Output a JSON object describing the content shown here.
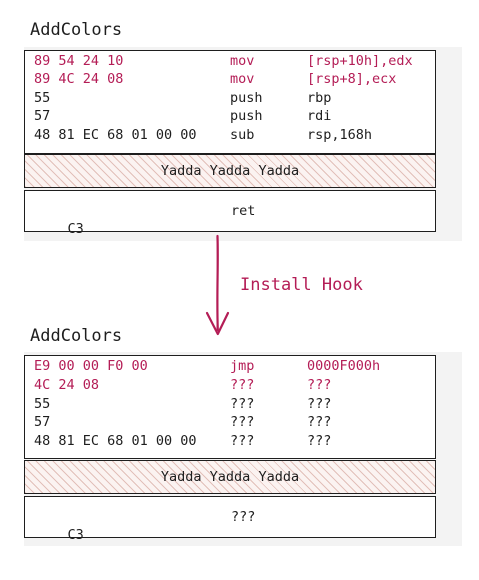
{
  "before": {
    "title": "AddColors",
    "rows": [
      {
        "bytes": "89 54 24 10",
        "mnemonic": "mov",
        "operands": "[rsp+10h],edx",
        "style": "red"
      },
      {
        "bytes": "89 4C 24 08",
        "mnemonic": "mov",
        "operands": "[rsp+8],ecx",
        "style": "red"
      },
      {
        "bytes": "55",
        "mnemonic": "push",
        "operands": "rbp",
        "style": "dark"
      },
      {
        "bytes": "57",
        "mnemonic": "push",
        "operands": "rdi",
        "style": "dark"
      },
      {
        "bytes": "48 81 EC 68 01 00 00",
        "mnemonic": "sub",
        "operands": "rsp,168h",
        "style": "dark"
      }
    ],
    "filler": "Yadda Yadda Yadda",
    "last": {
      "bytes": "C3",
      "mnemonic": "ret"
    }
  },
  "arrow": {
    "label": "Install Hook",
    "color": "#b41d56"
  },
  "after": {
    "title": "AddColors",
    "rows": [
      {
        "bytes": "E9 00 00 F0 00",
        "mnemonic": "jmp",
        "operands": "0000F000h",
        "style": "red"
      },
      {
        "bytes": "4C 24 08",
        "mnemonic": "???",
        "operands": "???",
        "style": "red"
      },
      {
        "bytes": "55",
        "mnemonic": "???",
        "operands": "???",
        "style": "dark"
      },
      {
        "bytes": "57",
        "mnemonic": "???",
        "operands": "???",
        "style": "dark"
      },
      {
        "bytes": "48 81 EC 68 01 00 00",
        "mnemonic": "???",
        "operands": "???",
        "style": "dark"
      }
    ],
    "filler": "Yadda Yadda Yadda",
    "last": {
      "bytes": "C3",
      "mnemonic": "???"
    }
  },
  "colors": {
    "accent": "#b41d56",
    "text": "#1e1e1e",
    "panel": "#f3f3f3"
  }
}
